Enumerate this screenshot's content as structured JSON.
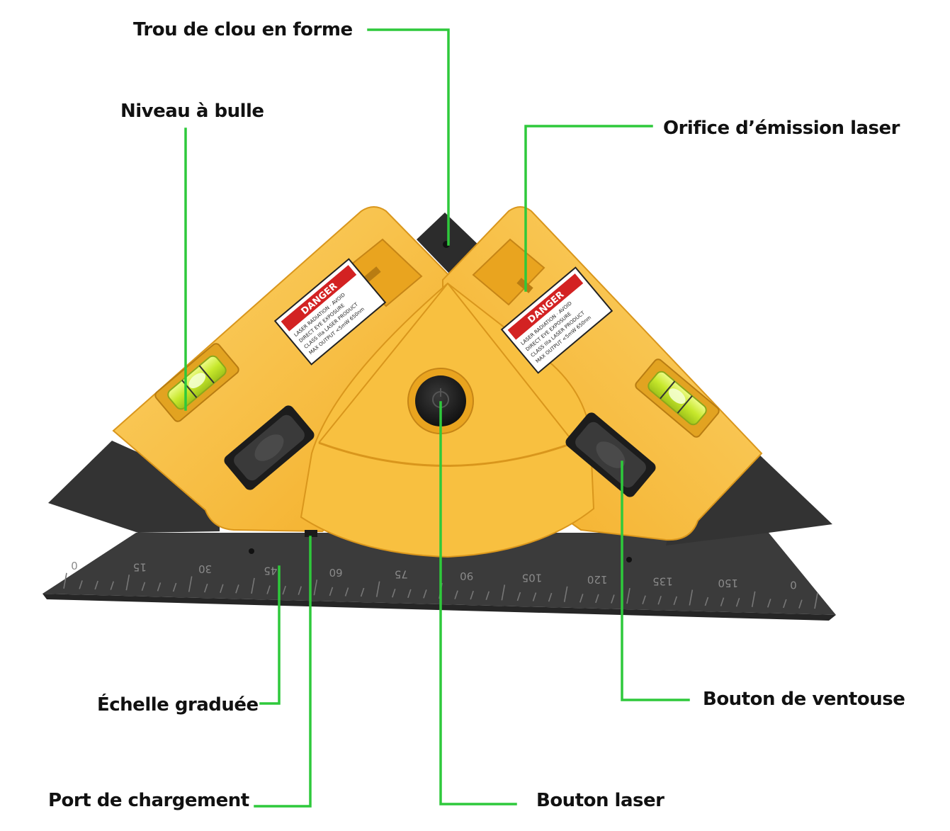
{
  "colors": {
    "leader": "#2ec93b",
    "body": "#f6b82e",
    "body_light": "#fcd36a",
    "body_dark": "#d9961c",
    "base": "#3f3f3f",
    "base_dark": "#262626",
    "bubble": "#d4ef3e",
    "warning_red": "#d32222",
    "label_text": "#111111"
  },
  "device": {
    "name": "laser-square-level",
    "left_warning": {
      "title": "DANGER",
      "lines": [
        "LASER RADIATION · AVOID",
        "DIRECT EYE EXPOSURE",
        "CLASS IIIa LASER PRODUCT",
        "MAX OUTPUT <5mW 650nm"
      ]
    },
    "right_warning": {
      "title": "DANGER",
      "lines": [
        "LASER RADIATION · AVOID",
        "DIRECT EYE EXPOSURE",
        "CLASS IIIa LASER PRODUCT",
        "MAX OUTPUT <5mW 650nm"
      ]
    },
    "scale_marks": [
      "0",
      "15",
      "30",
      "45",
      "60",
      "75",
      "90",
      "105",
      "120",
      "135",
      "150",
      "0"
    ]
  },
  "callouts": {
    "nail_hole": "Trou de clou en forme",
    "bubble_level": "Niveau à bulle",
    "laser_orifice": "Orifice d’émission laser",
    "graduated_scale": "Échelle graduée",
    "suction_button": "Bouton de ventouse",
    "charging_port": "Port de chargement",
    "laser_button": "Bouton laser"
  }
}
